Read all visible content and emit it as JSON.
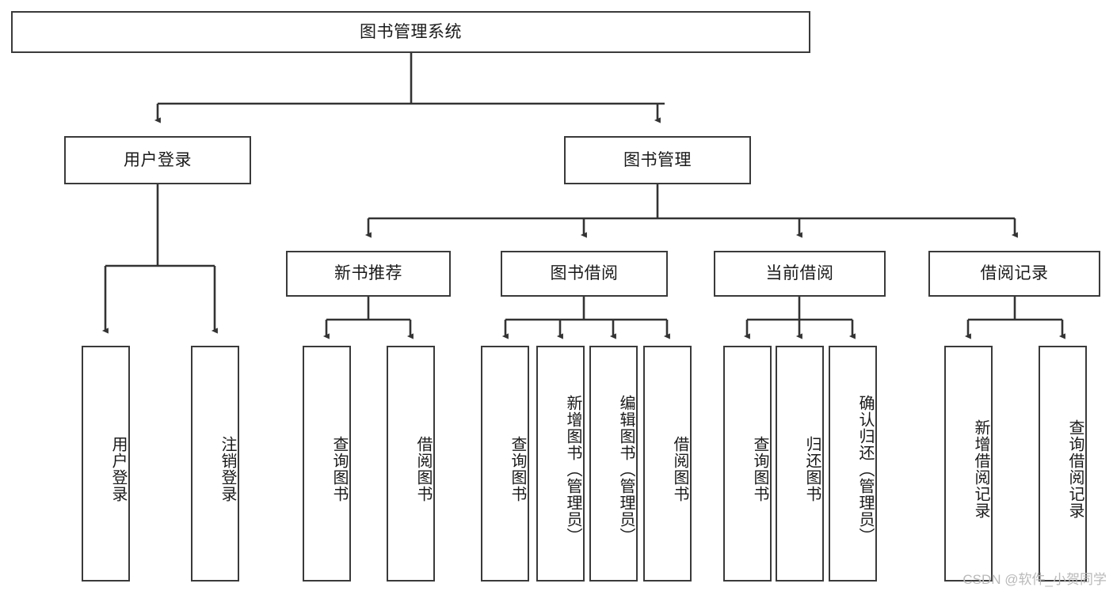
{
  "diagram": {
    "title": "图书管理系统",
    "type": "功能结构图",
    "root": {
      "id": "root",
      "label": "图书管理系统",
      "orientation": "horizontal"
    },
    "level2": [
      {
        "id": "user-login",
        "label": "用户登录",
        "orientation": "horizontal"
      },
      {
        "id": "book-manage",
        "label": "图书管理",
        "orientation": "horizontal"
      }
    ],
    "level3": [
      {
        "id": "new-book-recommend",
        "label": "新书推荐",
        "orientation": "horizontal",
        "parent": "book-manage"
      },
      {
        "id": "book-borrow",
        "label": "图书借阅",
        "orientation": "horizontal",
        "parent": "book-manage"
      },
      {
        "id": "current-borrow",
        "label": "当前借阅",
        "orientation": "horizontal",
        "parent": "book-manage"
      },
      {
        "id": "borrow-record",
        "label": "借阅记录",
        "orientation": "horizontal",
        "parent": "book-manage"
      }
    ],
    "leaves": [
      {
        "id": "leaf-user-login",
        "label": "用户登录",
        "parent": "user-login"
      },
      {
        "id": "leaf-user-logout",
        "label": "注销登录",
        "parent": "user-login"
      },
      {
        "id": "leaf-query-book-1",
        "label": "查询图书",
        "parent": "new-book-recommend"
      },
      {
        "id": "leaf-borrow-book-1",
        "label": "借阅图书",
        "parent": "new-book-recommend"
      },
      {
        "id": "leaf-query-book-2",
        "label": "查询图书",
        "parent": "book-borrow"
      },
      {
        "id": "leaf-add-book",
        "label": "新增图书（管理员）",
        "parent": "book-borrow"
      },
      {
        "id": "leaf-edit-book",
        "label": "编辑图书（管理员）",
        "parent": "book-borrow"
      },
      {
        "id": "leaf-borrow-book-2",
        "label": "借阅图书",
        "parent": "book-borrow"
      },
      {
        "id": "leaf-query-book-3",
        "label": "查询图书",
        "parent": "current-borrow"
      },
      {
        "id": "leaf-return-book",
        "label": "归还图书",
        "parent": "current-borrow"
      },
      {
        "id": "leaf-confirm-return",
        "label": "确认归还（管理员）",
        "parent": "current-borrow"
      },
      {
        "id": "leaf-add-record",
        "label": "新增借阅记录",
        "parent": "borrow-record"
      },
      {
        "id": "leaf-query-record",
        "label": "查询借阅记录",
        "parent": "borrow-record"
      }
    ],
    "colors": {
      "box_border": "#3a3a3a",
      "box_fill": "#ffffff",
      "connector": "#333333",
      "text": "#1a1a1a",
      "watermark": "#b9b9b9",
      "background": "#ffffff"
    }
  },
  "watermark": {
    "text": "CSDN @软件_小贺同学"
  }
}
